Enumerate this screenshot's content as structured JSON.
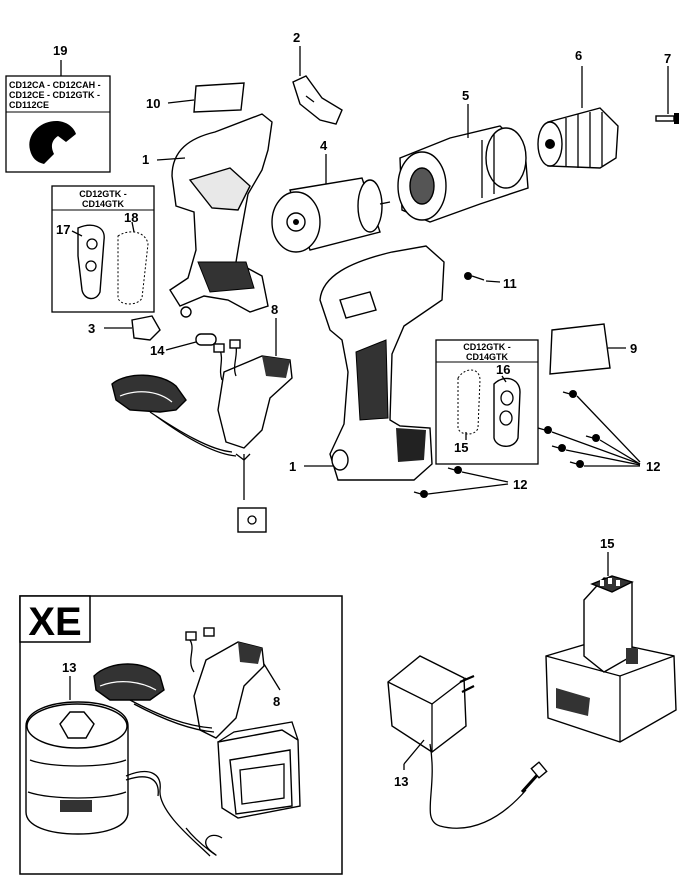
{
  "part_numbers": {
    "p1": "1",
    "p2": "2",
    "p3": "3",
    "p4": "4",
    "p5": "5",
    "p6": "6",
    "p7": "7",
    "p8": "8",
    "p9": "9",
    "p10": "10",
    "p11": "11",
    "p12": "12",
    "p13": "13",
    "p14": "14",
    "p15": "15",
    "p16": "16",
    "p17": "17",
    "p18": "18",
    "p19": "19"
  },
  "label_box_19": {
    "line1": "CD12CA - CD12CAH -",
    "line2": "CD12CE - CD12GTK -",
    "line3": "CD112CE"
  },
  "box_17_18": {
    "line1": "CD12GTK -",
    "line2": "CD14GTK"
  },
  "box_15_16": {
    "line1": "CD12GTK -",
    "line2": "CD14GTK"
  },
  "xe_box": {
    "title": "XE"
  }
}
